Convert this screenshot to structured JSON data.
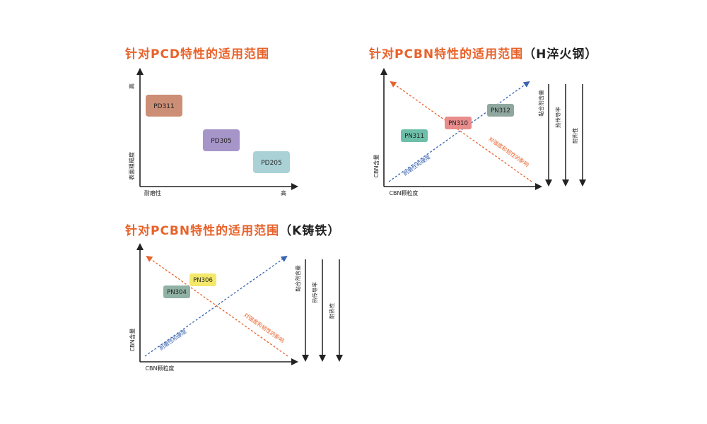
{
  "colors": {
    "title_orange": "#e8622a",
    "axis": "#222222",
    "blue_arrow": "#3a63b0",
    "orange_arrow": "#e8622a",
    "box_pd311": "#cc8e75",
    "box_pd305": "#a695c8",
    "box_pd205": "#a9d1d6",
    "box_pn311": "#6dbfa9",
    "box_pn310": "#e98c8c",
    "box_pn312": "#8fa79f",
    "box_pn306": "#f4e86a",
    "box_pn304": "#8fb2a4"
  },
  "pcd": {
    "title": "针对PCD特性的适用范围",
    "y_axis_label": "表面粗糙度",
    "y_axis_high": "高",
    "x_axis_label": "耐磨性",
    "x_axis_high": "高",
    "boxes": {
      "pd311": "PD311",
      "pd305": "PD305",
      "pd205": "PD205"
    }
  },
  "pcbn_h": {
    "title_main": "针对PCBN特性的适用范围",
    "title_open": "（",
    "title_material": "H淬火钢",
    "title_close": "）",
    "y_axis_label": "CBN含量",
    "x_axis_label": "CBN颗粒度",
    "blue_arrow_label": "耐磨性和硬度",
    "orange_arrow_label": "对强度和韧性的影响",
    "side_labels": [
      "黏合剂含量",
      "热传导率",
      "耐热性"
    ],
    "boxes": {
      "pn311": "PN311",
      "pn310": "PN310",
      "pn312": "PN312"
    }
  },
  "pcbn_k": {
    "title_main": "针对PCBN特性的适用范围",
    "title_open": "（",
    "title_material": "K铸铁",
    "title_close": "）",
    "y_axis_label": "CBN含量",
    "x_axis_label": "CBN颗粒度",
    "blue_arrow_label": "耐磨性和硬度",
    "orange_arrow_label": "对强度和韧性的影响",
    "side_labels": [
      "黏合剂含量",
      "热传导率",
      "耐热性"
    ],
    "boxes": {
      "pn306": "PN306",
      "pn304": "PN304"
    }
  }
}
